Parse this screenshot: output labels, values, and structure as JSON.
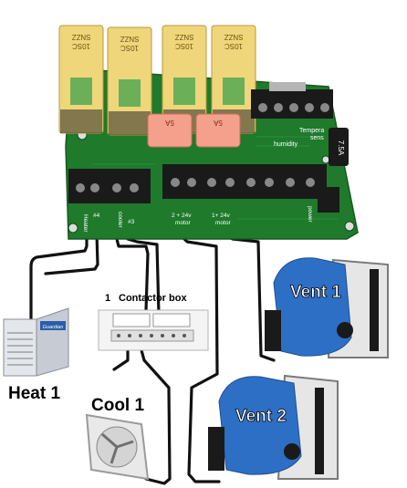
{
  "board": {
    "relays": [
      {
        "line1": "SNZZ",
        "line2": "10SC"
      },
      {
        "line1": "SNZZ",
        "line2": "10SC"
      },
      {
        "line1": "SNZZ",
        "line2": "10SC"
      },
      {
        "line1": "SNZZ",
        "line2": "10SC"
      }
    ],
    "fuses": [
      {
        "label": "5A"
      },
      {
        "label": "5A"
      }
    ],
    "side_fuse": {
      "label": "7.5A"
    },
    "labels": {
      "temperature": "Tempera",
      "temperature_sub": "sens",
      "humidity": "humidity",
      "heater": "Heater",
      "heater_sub": "#4",
      "cooler": "cooler",
      "cooler_sub": "#3",
      "motor2": "2 + 24v",
      "motor2_sub": "motor",
      "motor1": "1+ 24v",
      "motor1_sub": "motor",
      "power": "power"
    }
  },
  "devices": {
    "heat": {
      "label": "Heat 1",
      "brand": "Guardian"
    },
    "cool": {
      "label": "Cool 1"
    },
    "contactor": {
      "number": "1",
      "label": "Contactor box"
    },
    "vent1": {
      "label": "Vent 1"
    },
    "vent2": {
      "label": "Vent 2"
    }
  },
  "colors": {
    "board_green": "#1f7a2c",
    "relay_yellow": "#efd67a",
    "fuse_pink": "#f4a08c",
    "terminal_black": "#1a1a1a",
    "vent_blue": "#2d6fc4",
    "wire_black": "#111111",
    "wire_red": "#c0392b",
    "wire_blue": "#2c4fb8"
  }
}
